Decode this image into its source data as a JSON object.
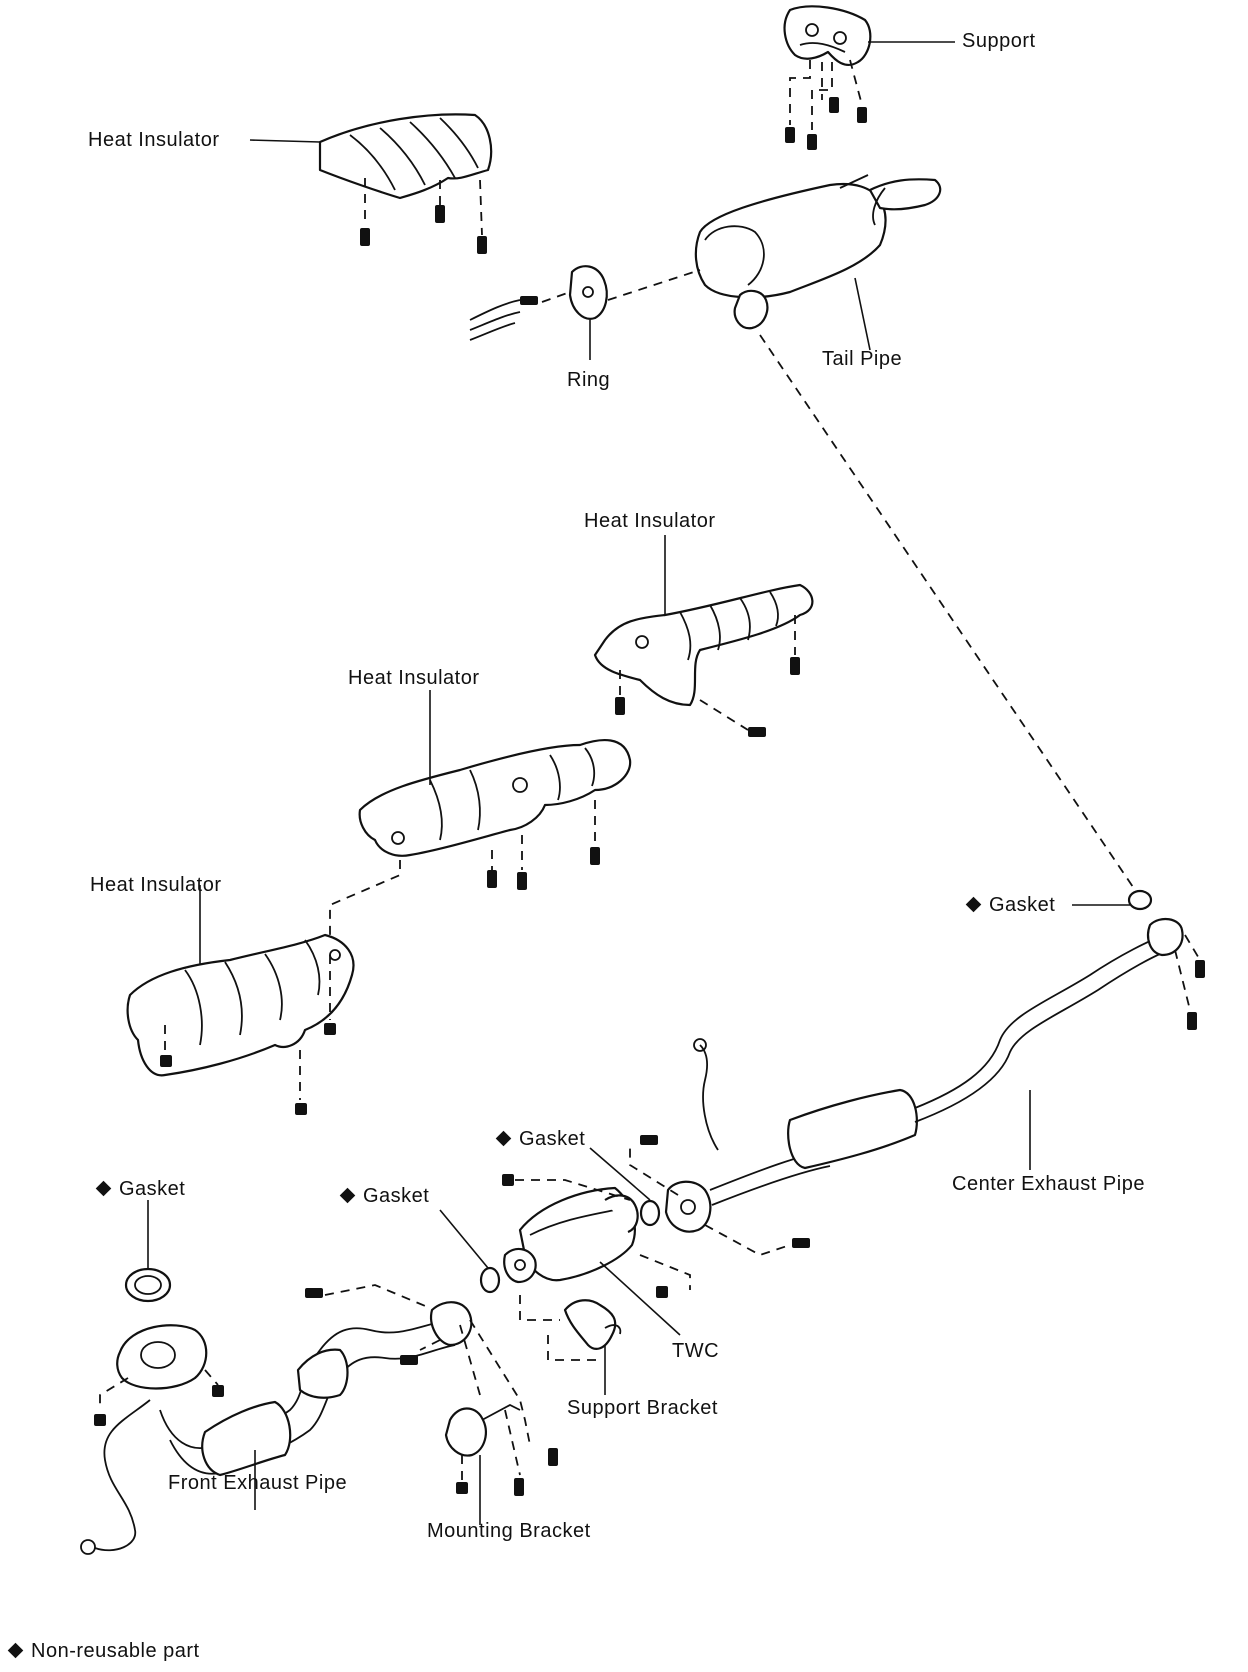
{
  "labels": {
    "support": "Support",
    "heat_insulator_top": "Heat Insulator",
    "tail_pipe": "Tail Pipe",
    "ring": "Ring",
    "heat_insulator_upper": "Heat Insulator",
    "heat_insulator_middle": "Heat Insulator",
    "heat_insulator_lower": "Heat Insulator",
    "gasket_center": "Gasket",
    "gasket_twc": "Gasket",
    "gasket_front_rear": "Gasket",
    "gasket_front": "Gasket",
    "center_exhaust_pipe": "Center Exhaust Pipe",
    "twc": "TWC",
    "support_bracket": "Support Bracket",
    "front_exhaust_pipe": "Front Exhaust Pipe",
    "mounting_bracket": "Mounting Bracket"
  },
  "legend": {
    "text": "Non-reusable part"
  },
  "colors": {
    "ink": "#111111",
    "background": "#ffffff"
  },
  "icons": {
    "non_reusable_marker": "diamond-icon"
  }
}
